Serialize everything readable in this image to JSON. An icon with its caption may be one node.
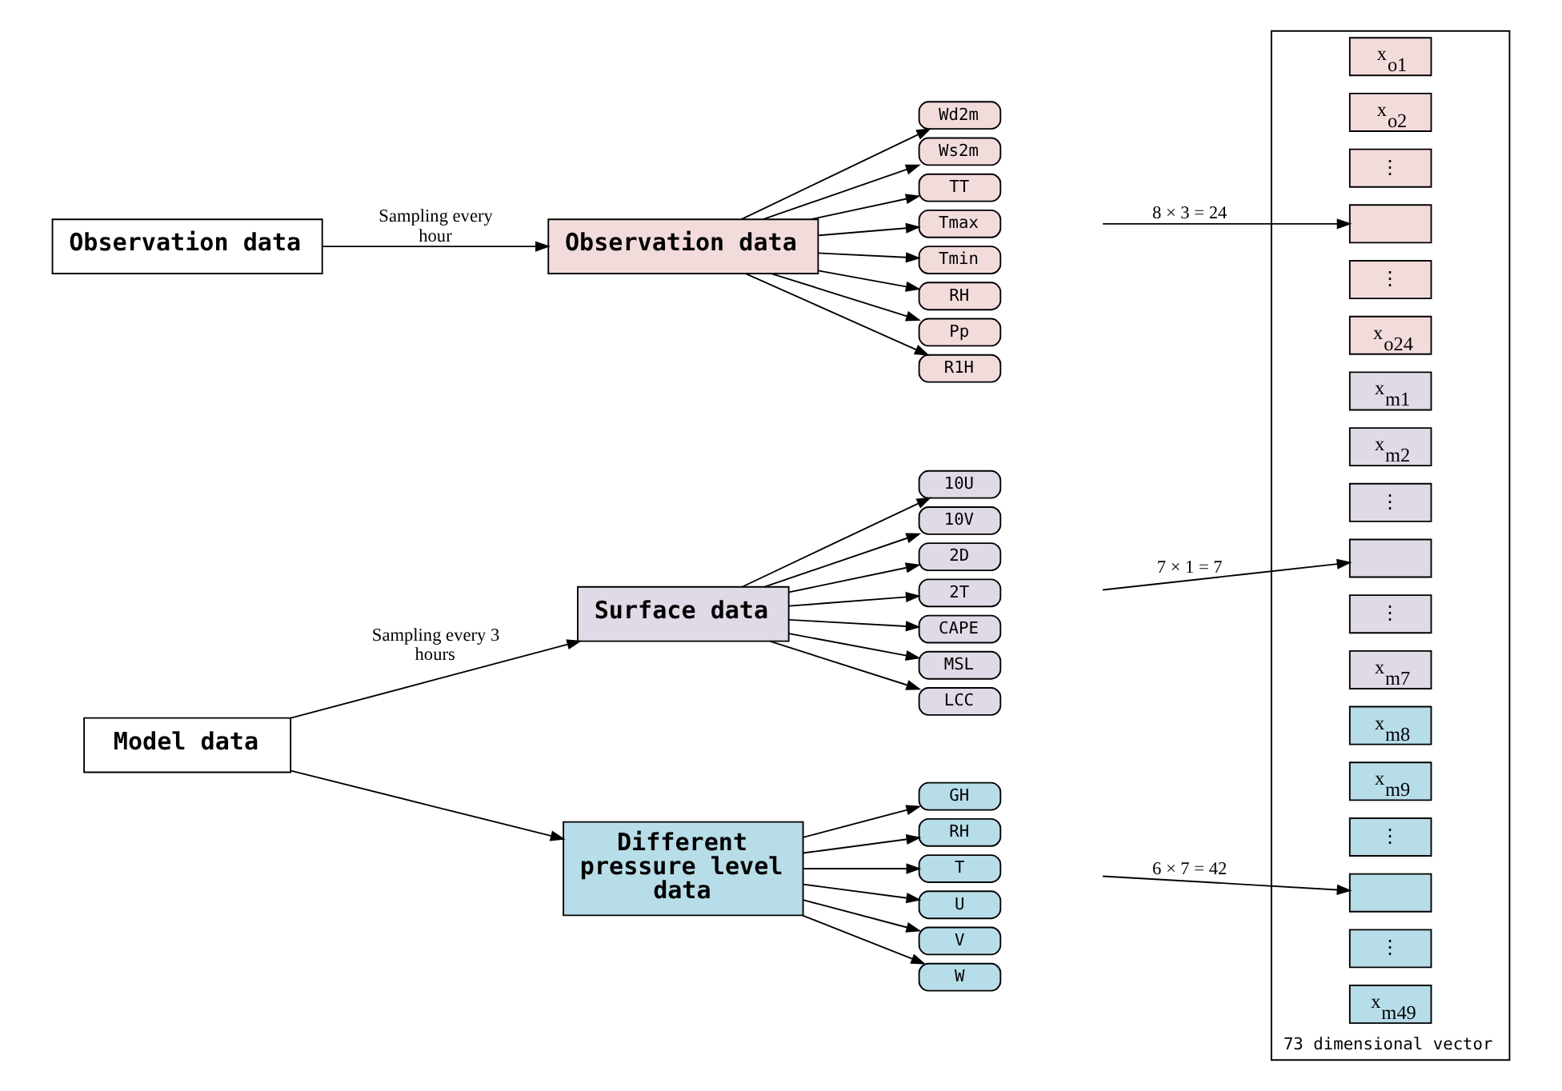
{
  "diagram": {
    "nodes": [
      {
        "text": [
          "Observation data"
        ]
      },
      {
        "text": [
          "Observation data"
        ]
      },
      {
        "text": [
          "Model data"
        ]
      },
      {
        "text": [
          "Surface data"
        ]
      },
      {
        "text": [
          "Different pressure level data"
        ]
      },
      {
        "text": [
          "Wd2m"
        ]
      },
      {
        "text": [
          "Ws2m"
        ]
      },
      {
        "text": [
          "TT"
        ]
      },
      {
        "text": [
          "Tmax"
        ]
      },
      {
        "text": [
          "Tmin"
        ]
      },
      {
        "text": [
          "RH"
        ]
      },
      {
        "text": [
          "Pp"
        ]
      },
      {
        "text": [
          "R1H"
        ]
      },
      {
        "text": [
          "10U"
        ]
      },
      {
        "text": [
          "10V"
        ]
      },
      {
        "text": [
          "2D"
        ]
      },
      {
        "text": [
          "2T"
        ]
      },
      {
        "text": [
          "CAPE"
        ]
      },
      {
        "text": [
          "MSL"
        ]
      },
      {
        "text": [
          "LCC"
        ]
      },
      {
        "text": [
          "GH"
        ]
      },
      {
        "text": [
          "RH"
        ]
      },
      {
        "text": [
          "T"
        ]
      },
      {
        "text": [
          "U"
        ]
      },
      {
        "text": [
          "V"
        ]
      },
      {
        "text": [
          "W"
        ]
      },
      {
        "text": [
          "73 dimensional vector"
        ]
      },
      {
        "text": [
          "x$_{o1}$"
        ],
        "in": 26
      },
      {
        "text": [
          "x$_{o2}$"
        ],
        "in": 26
      },
      {
        "text": [
          "⋮"
        ],
        "in": 26
      },
      {
        "text": [],
        "shape": "box",
        "in": 26
      },
      {
        "text": [
          "⋮"
        ],
        "in": 26
      },
      {
        "text": [
          "x$_{o24}$"
        ],
        "in": 26
      },
      {
        "text": [
          "x$_{m1}$"
        ],
        "in": 26
      },
      {
        "text": [
          "x$_{m2}$"
        ],
        "in": 26
      },
      {
        "text": [
          "⋮"
        ],
        "in": 26
      },
      {
        "text": [],
        "shape": "box",
        "in": 26
      },
      {
        "text": [
          "⋮"
        ],
        "in": 26
      },
      {
        "text": [
          "x$_{m7}$"
        ],
        "in": 26
      },
      {
        "text": [
          "x$_{m8}$"
        ],
        "in": 26
      },
      {
        "text": [
          "x$_{m9}$"
        ],
        "in": 26
      },
      {
        "text": [
          "⋮"
        ],
        "in": 26
      },
      {
        "text": [],
        "shape": "box",
        "in": 26
      },
      {
        "text": [
          "⋮"
        ],
        "in": 26
      },
      {
        "text": [
          "x$_{m49}$"
        ],
        "in": 26
      }
    ],
    "edges": [
      {
        "from": 0,
        "to": 1,
        "arrow": "to",
        "label": "Sampling every hour"
      },
      {
        "from": 2,
        "to": 3,
        "arrow": "to",
        "label": "Sampling every 3 hours"
      },
      {
        "from": 2,
        "to": 4,
        "arrow": "to"
      },
      {
        "from": 1,
        "to": 5,
        "arrow": "to"
      },
      {
        "from": 1,
        "to": 6,
        "arrow": "to"
      },
      {
        "from": 1,
        "to": 7,
        "arrow": "to"
      },
      {
        "from": 1,
        "to": 8,
        "arrow": "to"
      },
      {
        "from": 1,
        "to": 9,
        "arrow": "to"
      },
      {
        "from": 1,
        "to": 10,
        "arrow": "to"
      },
      {
        "from": 1,
        "to": 11,
        "arrow": "to"
      },
      {
        "from": 1,
        "to": 12,
        "arrow": "to"
      },
      {
        "from": 3,
        "to": 13,
        "arrow": "to"
      },
      {
        "from": 3,
        "to": 14,
        "arrow": "to"
      },
      {
        "from": 3,
        "to": 15,
        "arrow": "to"
      },
      {
        "from": 3,
        "to": 16,
        "arrow": "to"
      },
      {
        "from": 3,
        "to": 17,
        "arrow": "to"
      },
      {
        "from": 3,
        "to": 18,
        "arrow": "to"
      },
      {
        "from": 3,
        "to": 19,
        "arrow": "to"
      },
      {
        "from": 4,
        "to": 20,
        "arrow": "to"
      },
      {
        "from": 4,
        "to": 21,
        "arrow": "to"
      },
      {
        "from": 4,
        "to": 22,
        "arrow": "to"
      },
      {
        "from": 4,
        "to": 23,
        "arrow": "to"
      },
      {
        "from": 4,
        "to": 24,
        "arrow": "to"
      },
      {
        "from": 4,
        "to": 25,
        "arrow": "to"
      },
      {
        "from": null,
        "to": 30,
        "arrow": "to",
        "label": "8 × 3 = 24"
      },
      {
        "from": null,
        "to": 36,
        "arrow": "to",
        "label": "7 × 1 = 7"
      },
      {
        "from": null,
        "to": 42,
        "arrow": "to",
        "label": "6 × 7 = 42"
      }
    ]
  }
}
